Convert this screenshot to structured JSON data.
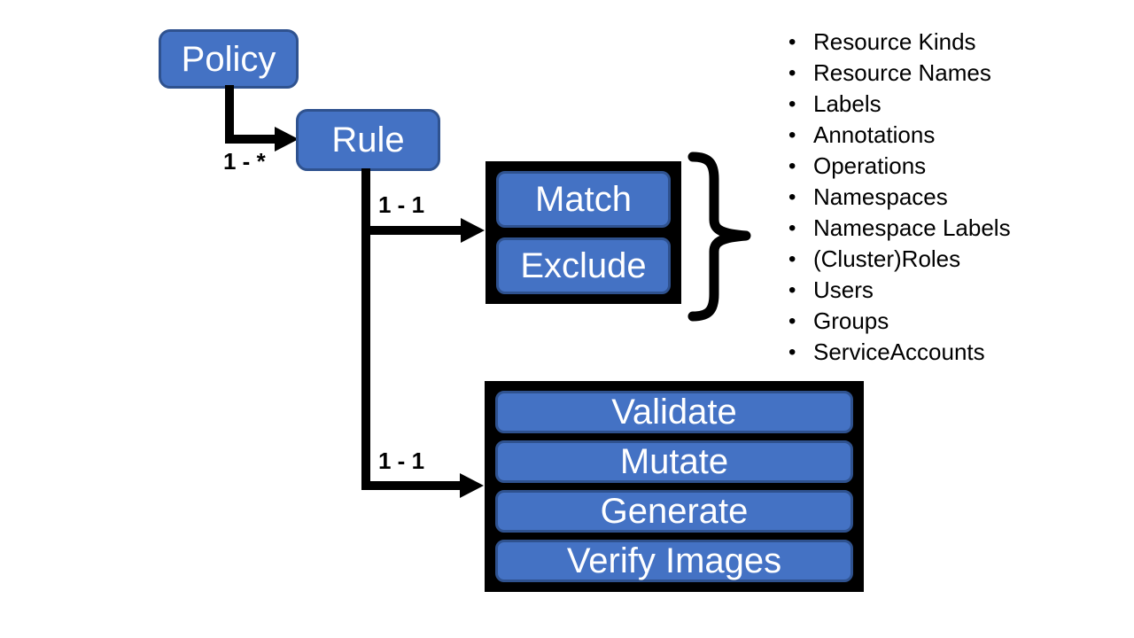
{
  "diagram": {
    "nodes": {
      "policy": "Policy",
      "rule": "Rule",
      "match": "Match",
      "exclude": "Exclude"
    },
    "action_types": [
      "Validate",
      "Mutate",
      "Generate",
      "Verify Images"
    ],
    "edges": [
      {
        "from": "Policy",
        "to": "Rule",
        "label": "1 - *"
      },
      {
        "from": "Rule",
        "to": "Match/Exclude",
        "label": "1 - 1"
      },
      {
        "from": "Rule",
        "to": "Actions",
        "label": "1 - 1"
      }
    ],
    "match_criteria": [
      "Resource Kinds",
      "Resource Names",
      "Labels",
      "Annotations",
      "Operations",
      "Namespaces",
      "Namespace Labels",
      "(Cluster)Roles",
      "Users",
      "Groups",
      "ServiceAccounts"
    ],
    "colors": {
      "node_fill": "#4472C4",
      "node_border": "#2F528F",
      "node_text": "#FFFFFF",
      "connector": "#000000",
      "body_text": "#000000",
      "background": "#FFFFFF"
    }
  }
}
